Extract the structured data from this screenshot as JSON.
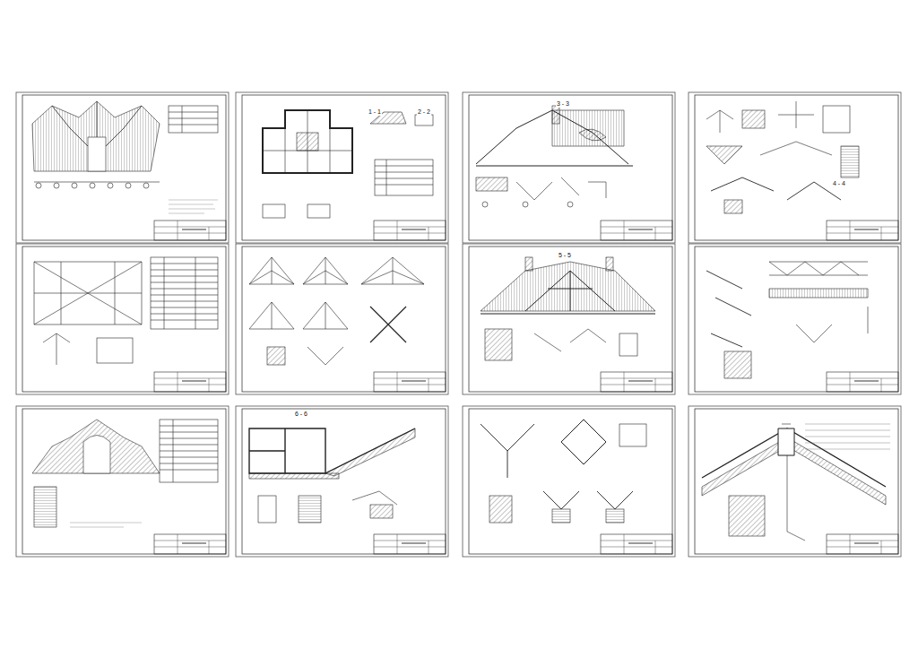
{
  "diagram": {
    "labels": [
      "1 - 1",
      "2 - 2",
      "3 - 3",
      "4 - 4",
      "5 - 5",
      "6 - 6"
    ]
  }
}
